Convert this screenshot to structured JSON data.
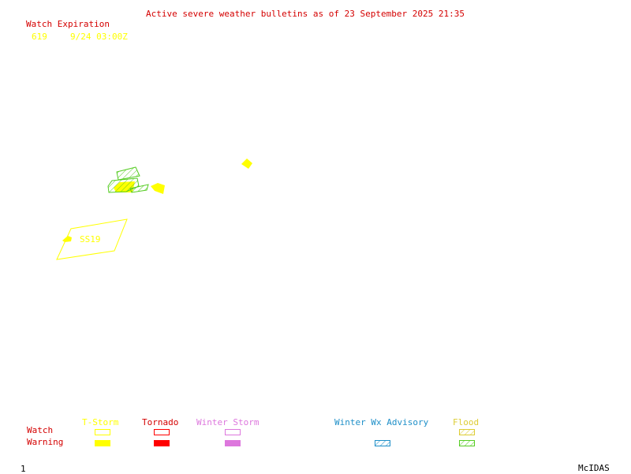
{
  "colors": {
    "title_red": "#d40000",
    "tstorm_yellow": "#ffff00",
    "tornado_red": "#ff0000",
    "winter_storm_pink": "#dd77dd",
    "winter_adv_blue": "#1e8fc8",
    "flood_green": "#55cc22",
    "flood_yellow": "#ddcc33"
  },
  "header": {
    "title": "Active severe weather bulletins as of 23 September 2025 21:35",
    "watch_expiration_heading": "Watch Expiration",
    "watch_number": "619",
    "watch_expiry": "9/24 03:00Z"
  },
  "map": {
    "watch_label": "SS19"
  },
  "legend": {
    "row_watch": "Watch",
    "row_warning": "Warning",
    "tstorm": "T-Storm",
    "tornado": "Tornado",
    "winter_storm": "Winter Storm",
    "winter_wx_advisory": "Winter Wx Advisory",
    "flood": "Flood"
  },
  "footer": {
    "frame_number": "1",
    "product": "McIDAS"
  }
}
